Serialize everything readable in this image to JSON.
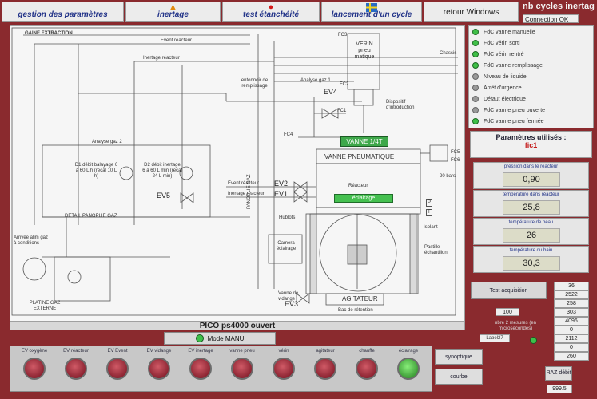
{
  "toolbar": {
    "buttons": [
      {
        "label": "gestion des paramètres",
        "icon": "none"
      },
      {
        "label": "inertage",
        "icon": "flame-icon"
      },
      {
        "label": "test étanchéité",
        "icon": "balloon-icon"
      },
      {
        "label": "lancement d'un cycle",
        "icon": "flag-icon"
      },
      {
        "label": "retour Windows",
        "icon": "none"
      }
    ],
    "cycles_title": "nb cycles inertag",
    "connection_status": "Connection OK"
  },
  "diagram": {
    "section_title": "GAINE EXTRACTION",
    "labels": {
      "event_reacteur": "Event réacteur",
      "inertage_reacteur": "Inertage réacteur",
      "entonnoir": "entonnoir de remplissage",
      "analyse_gaz1": "Analyse gaz 1",
      "ev4": "EV4",
      "fc3": "FC3",
      "fc2": "FC2",
      "fc1": "FC1",
      "fc4": "FC4",
      "fc5": "FC5",
      "fc6": "FC6",
      "chassis": "Chassis",
      "verin": "VERIN pneu matique",
      "dispositif": "Dispositif d'introduction",
      "vanne14": "VANNE 1/4T",
      "vanne_pneu": "VANNE PNEUMATIQUE",
      "reacteur": "Réacteur",
      "eclairage": "éclairage",
      "pressure_20": "20 bars",
      "analyse_gaz2": "Analyse gaz 2",
      "d1": "D1 débit balayage 6 à 60 L h (recal 10 L h)",
      "d2": "D2 débit inertage 6 à 60 L min (recal 24 L min)",
      "ev5": "EV5",
      "ev2": "EV2",
      "ev1": "EV1",
      "event_reacteur2": "Event réacteur",
      "inertage_reacteur2": "Inertage réacteur",
      "detail_gaz": "DETAIL PANOPLIE GAZ",
      "arrivee_gaz": "Arrivée alim gaz à conditions",
      "platine": "PLATINE GAZ EXTERNE",
      "panoplie": "PANOPLIE GAZ",
      "hublots": "Hublots",
      "camera": "Camera éclairage",
      "isolant": "Isolant",
      "pastille": "Pastille échantillon",
      "vanne_de": "Vanne de vidange",
      "ev3": "EV3",
      "agitateur": "AGITATEUR",
      "bac": "Bac de rétention",
      "pr": "P",
      "tr": "T"
    }
  },
  "footer_title": "PICO ps4000 ouvert",
  "mode_button": "Mode MANU",
  "controls": [
    {
      "label": "EV oxygène",
      "on": false
    },
    {
      "label": "EV réacteur",
      "on": false
    },
    {
      "label": "EV Event",
      "on": false
    },
    {
      "label": "EV vidange",
      "on": false
    },
    {
      "label": "EV inertage",
      "on": false
    },
    {
      "label": "vanne pneu",
      "on": false
    },
    {
      "label": "vérin",
      "on": false
    },
    {
      "label": "agitateur",
      "on": false
    },
    {
      "label": "chauffe",
      "on": false
    },
    {
      "label": "éclairage",
      "on": true
    }
  ],
  "side_buttons": {
    "synoptique": "synoptique",
    "courbe": "courbe"
  },
  "status_panel": [
    {
      "label": "FdC vanne manuelle",
      "on": true
    },
    {
      "label": "FdC vérin sorti",
      "on": true
    },
    {
      "label": "FdC vérin rentré",
      "on": true
    },
    {
      "label": "FdC vanne remplissage",
      "on": true
    },
    {
      "label": "Niveau de liquide",
      "on": false
    },
    {
      "label": "Arrêt d'urgence",
      "on": false
    },
    {
      "label": "Défaut électrique",
      "on": false
    },
    {
      "label": "FdC vanne pneu ouverte",
      "on": false
    },
    {
      "label": "FdC vanne pneu fermée",
      "on": true
    }
  ],
  "params": {
    "title": "Paramètres utilisés :",
    "value": "fic1"
  },
  "measurements": [
    {
      "label": "pression dans le réacteur",
      "value": "0,90"
    },
    {
      "label": "température dans réacteur",
      "value": "25,8"
    },
    {
      "label": "température de peau",
      "value": "26"
    },
    {
      "label": "température du bain",
      "value": "30,3"
    }
  ],
  "acquisition": {
    "button": "Test acquisition",
    "values": [
      "36",
      "2522",
      "258",
      "303",
      "4096",
      "0",
      "2112",
      "0",
      "260"
    ],
    "val100": "100",
    "moy_label": "nbre 2 mesures (en microsecondes)",
    "label27": "Label27"
  },
  "raz_button": "RAZ débit",
  "raz_value": "999.5"
}
